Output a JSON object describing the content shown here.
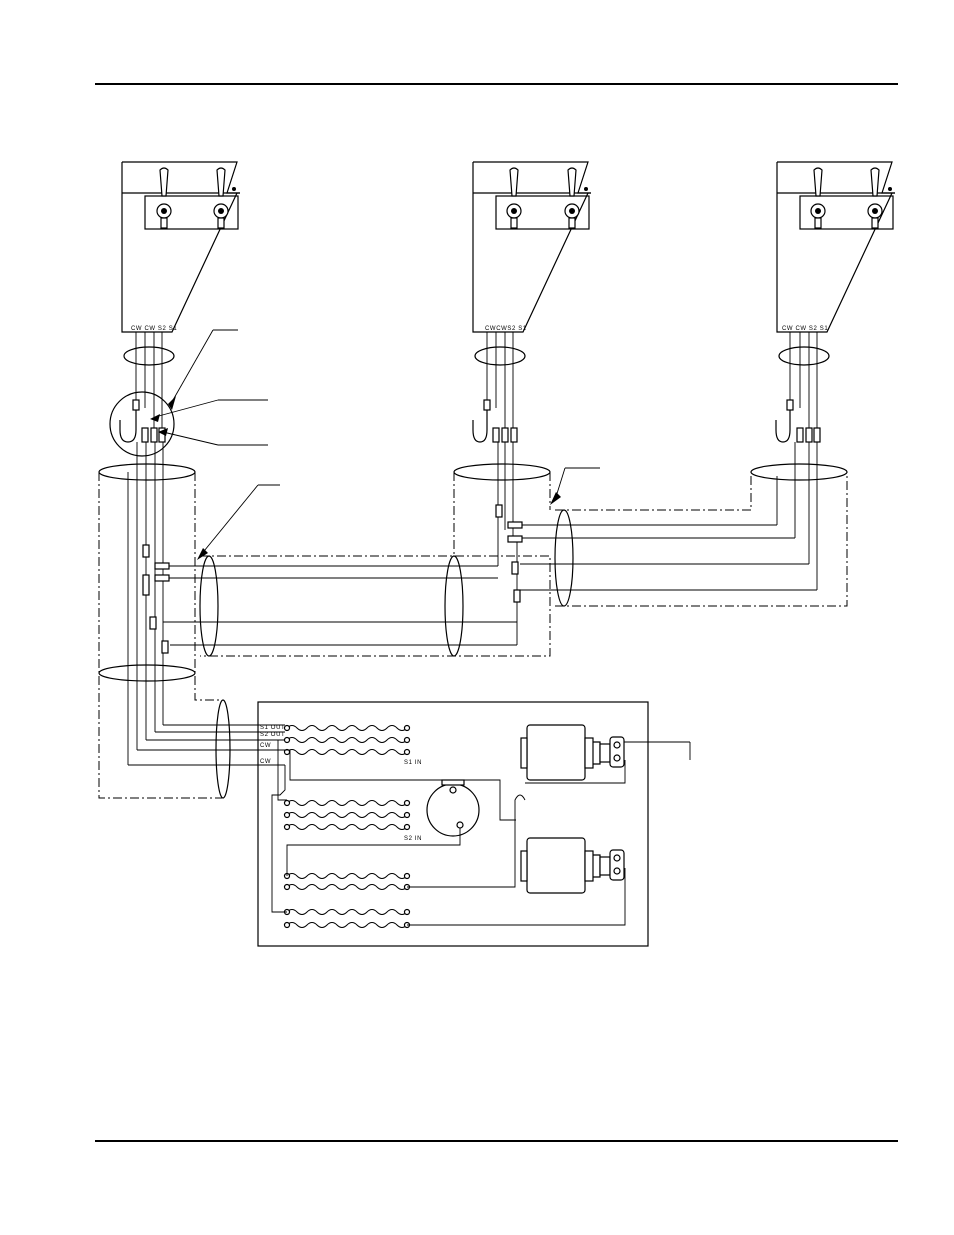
{
  "dispenser_labels": [
    "CW CW S2 S1",
    "CWCWS2 S1",
    "CW CW S2 S1"
  ],
  "manifold_labels": {
    "s1_out": "S1 OUT",
    "s2_out": "S2 OUT",
    "cw_top": "CW",
    "cw_bottom": "CW",
    "s1_in": "S1 IN",
    "s2_in": "S2 IN"
  }
}
